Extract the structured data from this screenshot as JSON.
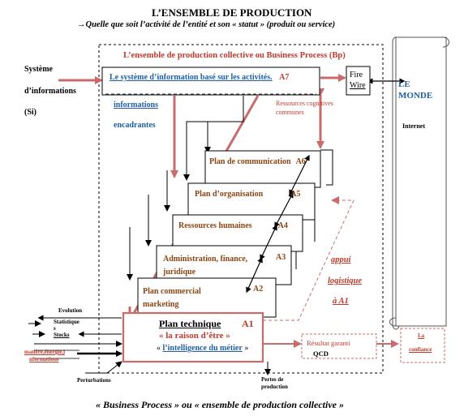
{
  "header": {
    "title": "L’ENSEMBLE DE PRODUCTION",
    "subtitle": "→Quelle que soit l’activité de l’entité et son « statut » (produit ou service)"
  },
  "left": {
    "si_line1": "Système",
    "si_line2": "d’informations",
    "si_line3": "(Si)"
  },
  "inner": {
    "title": "L’ensemble de production collective ou Business Process (Bp)",
    "si_box_label": "Le système d’information basé sur les activités.",
    "si_box_code": "A7",
    "firewall_line1": "Fire",
    "firewall_line2": "Wire",
    "info_line1": "informations",
    "info_line2": "encadrantes",
    "resources_line1": "Ressources  cognitives",
    "resources_line2": "communes"
  },
  "world": {
    "monde": "LE MONDE",
    "internet": "Internet"
  },
  "plans": [
    {
      "label": "Plan de communication",
      "code": "A6"
    },
    {
      "label": "Plan d’organisation",
      "code": "A5"
    },
    {
      "label": "Ressources humaines",
      "code": "A4"
    },
    {
      "label": "Administration, finance, juridique",
      "code": "A3"
    },
    {
      "label": "Plan commercial marketing",
      "code": "A2"
    }
  ],
  "tech": {
    "title": "Plan technique",
    "code": "A1",
    "line2": "« la raison d’être »",
    "line3_open": "« ",
    "line3_link": "l’intelligence du métier",
    "line3_close": " »"
  },
  "appui": {
    "line1": "appui",
    "line2": "logistique",
    "line3": "à A1"
  },
  "result": {
    "label": "Résultat  garanti",
    "qcd": "QCD"
  },
  "confiance": {
    "line1": "La",
    "line2": "confiance"
  },
  "inputs": {
    "evolution": "Evolution",
    "statistiques": "Statistique",
    "s": "s",
    "stocks": "Stocks",
    "matiere": "matière,énergie,i",
    "informations": "nformations",
    "perturbations": "Perturbations"
  },
  "pertes": {
    "line1": "Pertes de",
    "line2": "production"
  },
  "footer": {
    "caption": "« Business Process » ou « ensemble de production collective »"
  },
  "colors": {
    "arrow_red": "#c96b6b",
    "text_red": "#c0392b",
    "text_blue": "#1f5fa6",
    "text_brown": "#8b4513"
  }
}
